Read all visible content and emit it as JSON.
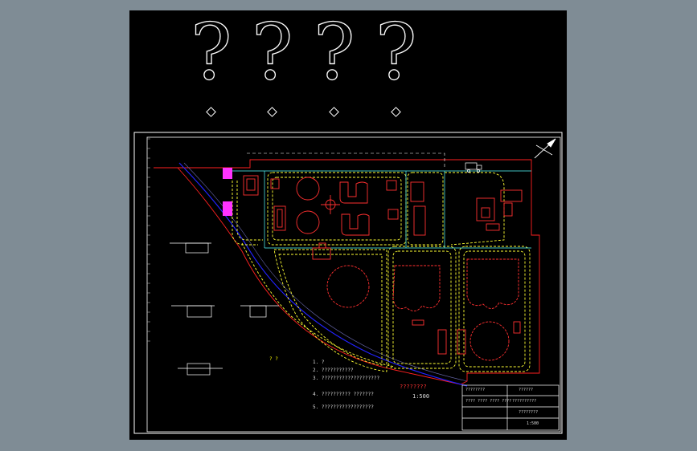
{
  "header": {
    "glyphs": [
      "?",
      "?",
      "?",
      "?"
    ]
  },
  "plan": {
    "center_marks": "? ?",
    "scale_title": "????????",
    "scale_value": "1:500",
    "notes": [
      "1. ?",
      "2. ???????????",
      "3. ????????????????????",
      "4. ?????????? ???????",
      "5. ??????????????????"
    ]
  },
  "title_block": {
    "rows": [
      [
        "????????",
        "??????"
      ],
      [
        "???? ???? ???? ????",
        "??????????"
      ],
      [
        "",
        "????????"
      ],
      [
        "",
        "1:500"
      ]
    ]
  },
  "colors": {
    "frame": "#ffffff",
    "border": "#ff2020",
    "road": "#ffff33",
    "pipe": "#55ffff",
    "river": "#2222ff",
    "building": "#ff3030",
    "magenta": "#ff33ff"
  }
}
